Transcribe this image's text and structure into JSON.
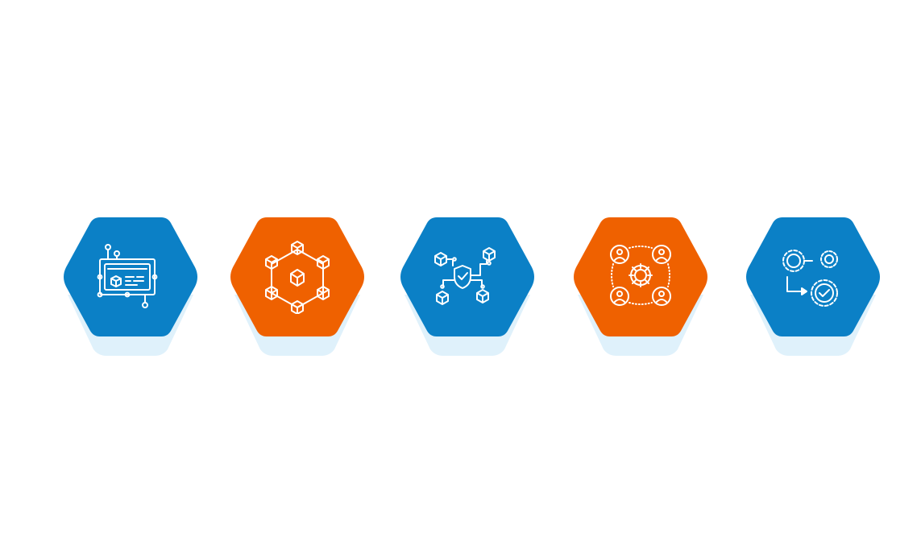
{
  "colors": {
    "blue": "#0b80c6",
    "orange": "#ef6100",
    "shadow": "#dff1fb",
    "icon_stroke": "#ffffff",
    "background": "#ffffff"
  },
  "hexagons": [
    {
      "color": "blue",
      "icon": "blockchain-circuit-board-icon"
    },
    {
      "color": "orange",
      "icon": "blockchain-network-icon"
    },
    {
      "color": "blue",
      "icon": "secure-block-network-icon"
    },
    {
      "color": "orange",
      "icon": "team-collaboration-gear-icon"
    },
    {
      "color": "blue",
      "icon": "process-automation-icon"
    }
  ]
}
